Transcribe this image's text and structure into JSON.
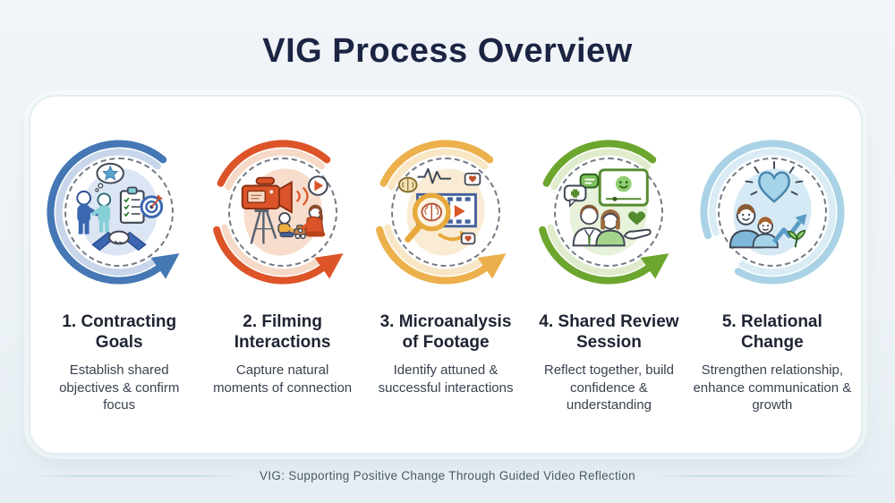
{
  "title": "VIG Process Overview",
  "caption": "VIG: Supporting Positive Change Through Guided Video Reflection",
  "colors": {
    "background": "#ecf2f6",
    "card": "#ffffff",
    "title_text": "#1c2443",
    "heading_text": "#1e2433",
    "body_text": "#3a4150",
    "caption_text": "#4a5a64"
  },
  "steps": [
    {
      "number": "1",
      "title": "1. Contracting Goals",
      "description": "Establish shared objectives & confirm focus",
      "icon": "contracting-goals-icon",
      "ring_color": "#4577b5",
      "ring_light_color": "#c7d6ea",
      "blob_color": "#dce5f3"
    },
    {
      "number": "2",
      "title": "2. Filming Interactions",
      "description": "Capture natural moments of connection",
      "icon": "filming-interactions-icon",
      "ring_color": "#dd5429",
      "ring_light_color": "#f6d9c6",
      "blob_color": "#f8ddcd"
    },
    {
      "number": "3",
      "title": "3. Microanalysis of Footage",
      "description": "Identify attuned & successful interactions",
      "icon": "microanalysis-of-footage-icon",
      "ring_color": "#ecb04c",
      "ring_light_color": "#f8e6c4",
      "blob_color": "#faecd4"
    },
    {
      "number": "4",
      "title": "4. Shared Review Session",
      "description": "Reflect together, build confidence & understanding",
      "icon": "shared-review-session-icon",
      "ring_color": "#6da62f",
      "ring_light_color": "#dfeccb",
      "blob_color": "#e7f2da"
    },
    {
      "number": "5",
      "title": "5. Relational Change",
      "description": "Strengthen relationship, enhance communication & growth",
      "icon": "relational-change-icon",
      "ring_color": "#a9d2e6",
      "ring_light_color": "#d9ecf6",
      "blob_color": "#d6eaf5"
    }
  ]
}
